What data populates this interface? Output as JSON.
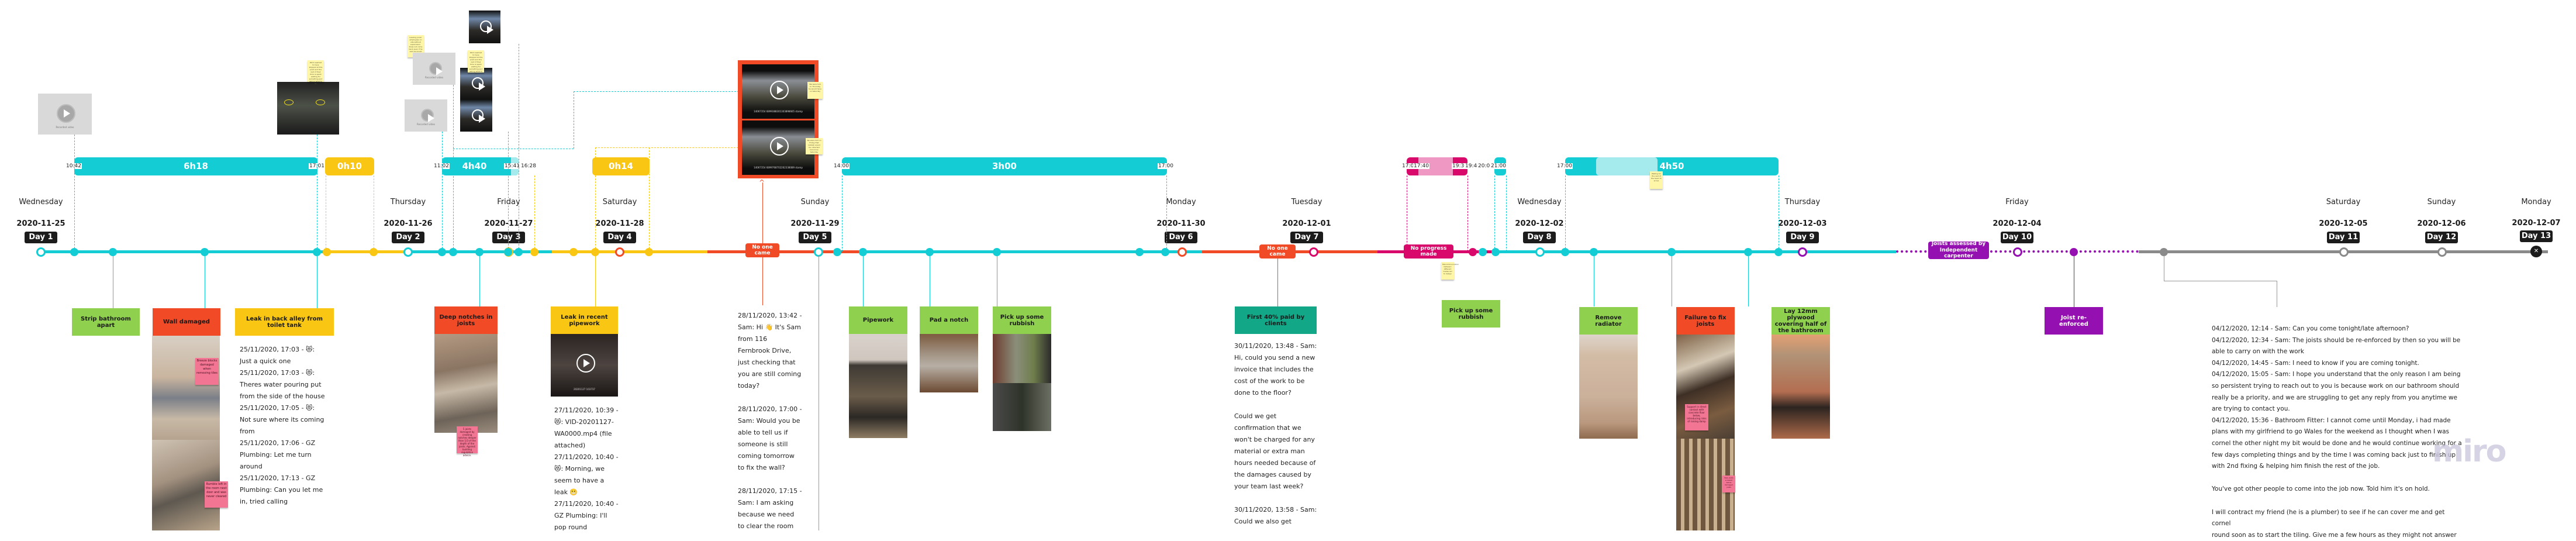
{
  "days": [
    {
      "weekday": "Wednesday",
      "date": "2020-11-25",
      "label": "Day 1"
    },
    {
      "weekday": "Thursday",
      "date": "2020-11-26",
      "label": "Day 2"
    },
    {
      "weekday": "Friday",
      "date": "2020-11-27",
      "label": "Day 3"
    },
    {
      "weekday": "Saturday",
      "date": "2020-11-28",
      "label": "Day 4"
    },
    {
      "weekday": "Sunday",
      "date": "2020-11-29",
      "label": "Day 5"
    },
    {
      "weekday": "Monday",
      "date": "2020-11-30",
      "label": "Day 6"
    },
    {
      "weekday": "Tuesday",
      "date": "2020-12-01",
      "label": "Day 7"
    },
    {
      "weekday": "Wednesday",
      "date": "2020-12-02",
      "label": "Day 8"
    },
    {
      "weekday": "Thursday",
      "date": "2020-12-03",
      "label": "Day 9"
    },
    {
      "weekday": "Friday",
      "date": "2020-12-04",
      "label": "Day 10"
    },
    {
      "weekday": "Saturday",
      "date": "2020-12-05",
      "label": "Day 11"
    },
    {
      "weekday": "Sunday",
      "date": "2020-12-06",
      "label": "Day 12"
    },
    {
      "weekday": "Monday",
      "date": "2020-12-07",
      "label": "Day 13"
    }
  ],
  "durations": [
    {
      "label": "6h18",
      "start": "10:42",
      "end": "17:01"
    },
    {
      "label": "0h10"
    },
    {
      "label": "4h40",
      "start": "11:02",
      "mid": "15:41",
      "end": "16:28"
    },
    {
      "label": "0h14"
    },
    {
      "label": "3h00",
      "start": "14:00",
      "end": "17:00"
    },
    {
      "label": "",
      "times": [
        "17:00",
        "17:40",
        "19:30",
        "19:40",
        "20:00",
        "21:00"
      ]
    },
    {
      "label": "4h50",
      "start": "17:00"
    }
  ],
  "status_pills": {
    "no_one_came_1": "No one came",
    "no_one_came_2": "No one came",
    "no_progress": "No progress made",
    "joists_assessed": "Joists assessed by Independent carpenter"
  },
  "events": [
    {
      "title": "Strip bathroom apart",
      "type": "done"
    },
    {
      "title": "Wall damaged",
      "type": "problem",
      "notes": [
        "Breeze blocks damaged when removing tiles",
        "Rumble left in the room next door and was never cleared"
      ]
    },
    {
      "title": "Leak in back alley from toilet tank",
      "type": "warning"
    },
    {
      "title": "Deep notches in joists",
      "type": "problem",
      "notes": [
        "5 joists damaged by creating notches deeper than 1/3 of the depth of the joists. Against building regulation advice."
      ]
    },
    {
      "title": "Leak in recent pipework",
      "type": "warning",
      "video_caption": "20201127 103737"
    },
    {
      "title": "Pipework",
      "type": "done"
    },
    {
      "title": "Pad a notch",
      "type": "done"
    },
    {
      "title": "Pick up some rubbish",
      "type": "done"
    },
    {
      "title": "First 40% paid by clients",
      "type": "payment"
    },
    {
      "title": "Pick up some rubbish",
      "type": "done"
    },
    {
      "title": "Remove radiator",
      "type": "done"
    },
    {
      "title": "Failure to fix joists",
      "type": "problem",
      "notes": [
        "Support in direct contact with concrete floor below, introducing risks of raising damp",
        "New joists screwed below damaged joists"
      ]
    },
    {
      "title": "Lay 12mm plywood covering half of the bathroom",
      "type": "done"
    },
    {
      "title": "Joist re-enforced",
      "type": "external"
    }
  ],
  "chats": {
    "leak_back_alley": "25/11/2020, 17:03 - 😻:\nJust a quick one\n25/11/2020, 17:03 - 😻:\nTheres water pouring put\nfrom the side of the house\n25/11/2020, 17:05 - 😻:\nNot sure where its coming\nfrom\n25/11/2020, 17:06 - GZ\nPlumbing: Let me turn\naround\n25/11/2020, 17:13 - GZ\nPlumbing: Can you let me\nin, tried calling",
    "leak_pipework": "27/11/2020, 10:39 -\n😻: VID-20201127-\nWA0000.mp4 (file\nattached)\n27/11/2020, 10:40 -\n😻: Morning, we\nseem to have a\nleak 😬\n27/11/2020, 10:40 -\nGZ Plumbing: I'll\npop round",
    "no_one_came": "28/11/2020, 13:42 -\nSam: Hi 👋 It's Sam\nfrom 116\nFernbrook Drive,\njust checking that\nyou are still coming\ntoday?\n\n28/11/2020, 17:00 -\nSam: Would you be\nable to tell us if\nsomeone is still\ncoming tomorrow\nto fix the wall?\n\n28/11/2020, 17:15 -\nSam: I am asking\nbecause we need\nto clear the room",
    "payment": "30/11/2020, 13:48 - Sam:\nHi, could you send a new\ninvoice that includes the\ncost of the work to be\ndone to the floor?\n\nCould we get\nconfirmation that we\nwon't be charged for any\nmaterial or extra man\nhours needed because of\nthe damages caused by\nyour team last week?\n\n30/11/2020, 13:58 - Sam:\nCould we also get",
    "final": "04/12/2020, 12:14 - Sam: Can you come tonight/late afternoon?\n04/12/2020, 12:34 - Sam: The joists should be re-enforced by then so you will be\nable to carry on with the work\n04/12/2020, 14:45 - Sam: I need to know if you are coming tonight.\n04/12/2020, 15:05 - Sam: I hope you understand that the only reason I am being\nso persistent trying to reach out to you is because work on our bathroom should\nreally be a priority, and we are struggling to get any reply from you anytime we\nare trying to contact you.\n04/12/2020, 15:36 - Bathroom Fitter: I cannot come until Monday, i had made\nplans with my girlfriend to go Wales for the weekend as I thought when I was\ncornel the other night my bit would be done and he would continue working for a\nfew days completing things and by the time I was coming back just to finish up\nwith 2nd fixing & helping him finish the rest of the job.\n\nYou've got other people to come into the job now. Told him it's on hold.\n\nI will contract my friend (he is a plumber) to see if he can cover me and get cornel\nround soon as to start the tiling. Give me a few hours as they might not answer"
  },
  "stickies": {
    "junior": "Leaving junior employees on site without supervision. Does not come back even if he said he would",
    "stopped": "Work seemed to have stopped at this point and the rest of their time is spent waiting for something and asking what to do",
    "thursday": "We were told on Thursday he would have on Saturday",
    "saturday": "We were told on Friday that rubbish would be collected tomorrow Saturday",
    "progress": "Miscommunication between different trades led to delays",
    "waiting": "Waiting for the rest of the team to arrive"
  },
  "videos": {
    "ring1": "14067354 6899388301303898665 stamp",
    "ring2": "14067354 6899768702262338089 stamp",
    "generic": "Recorded video"
  },
  "watermark": "miro",
  "colors": {
    "teal": "#14cdd4",
    "yellow": "#f9c713",
    "red": "#f04a26",
    "magenta": "#d9086b",
    "purple": "#9510b0",
    "grey": "#8a8a8a",
    "green": "#8fd14f",
    "darkgreen": "#12a786",
    "black": "#1c1c1c"
  }
}
